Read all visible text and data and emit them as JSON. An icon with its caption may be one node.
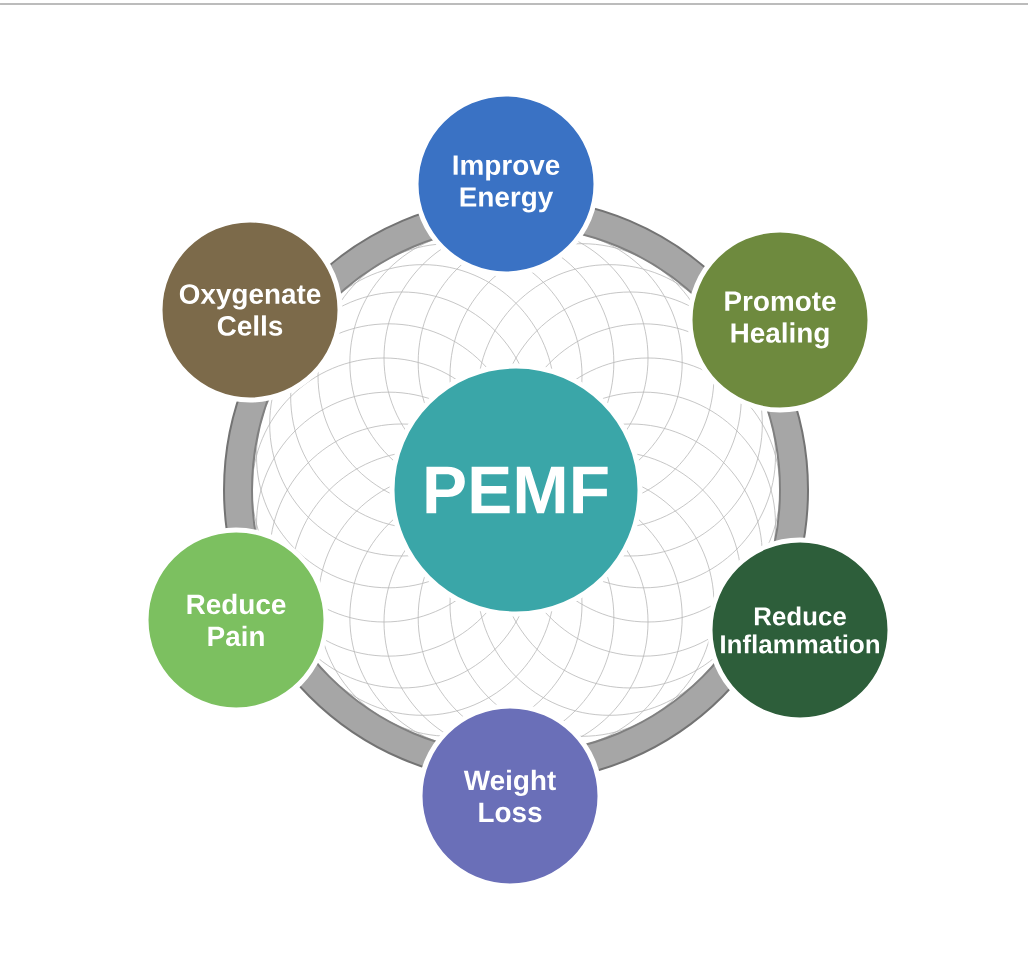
{
  "diagram": {
    "nodes": [
      {
        "text": [
          "PEMF"
        ]
      },
      {
        "text": [
          "Improve Energy"
        ]
      },
      {
        "text": [
          "Promote Healing"
        ]
      },
      {
        "text": [
          "Reduce Inflammation"
        ]
      },
      {
        "text": [
          "Weight Loss"
        ]
      },
      {
        "text": [
          "Reduce Pain"
        ]
      },
      {
        "text": [
          "Oxygenate Cells"
        ]
      }
    ]
  }
}
